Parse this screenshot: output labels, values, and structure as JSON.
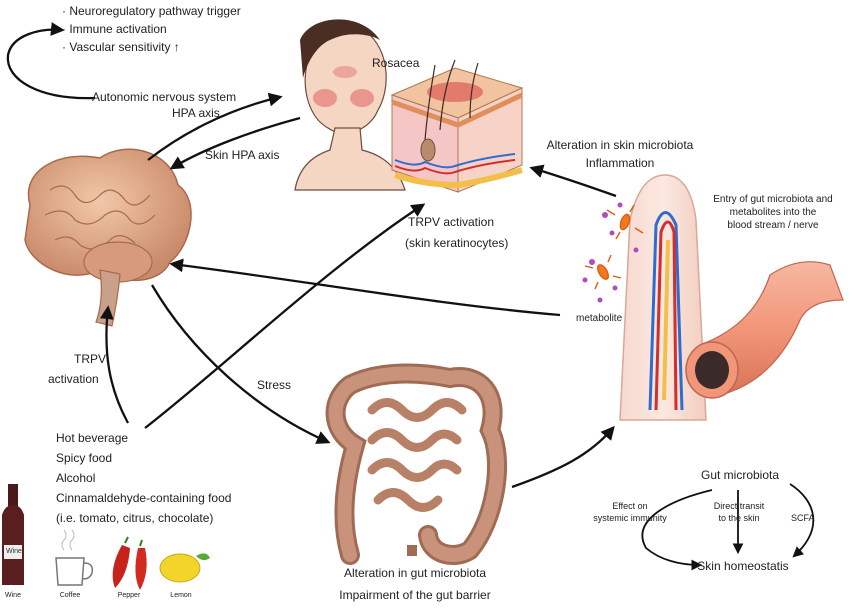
{
  "top_bullets": [
    "· Neuroregulatory pathway trigger",
    "· Immune activation",
    "· Vascular sensitivity ↑"
  ],
  "autonomic": "Autonomic nervous system",
  "hpa": "HPA axis",
  "skin_hpa": "Skin HPA axis",
  "rosacea": "Rosacea",
  "trpv_activation_skin": [
    "TRPV activation",
    "(skin keratinocytes)"
  ],
  "trpv_left": [
    "TRPV",
    "activation"
  ],
  "stress": "Stress",
  "triggers": [
    "Hot beverage",
    "Spicy food",
    "Alcohol",
    "Cinnamaldehyde-containing food",
    "(i.e. tomato, citrus, chocolate)"
  ],
  "food_labels": {
    "wine": "Wine",
    "coffee": "Coffee",
    "pepper": "Pepper",
    "lemon": "Lemon",
    "bottle": "Wine"
  },
  "skin_microbiota": [
    "Alteration in skin microbiota",
    "Inflammation"
  ],
  "entry": [
    "Entry of gut microbiota and",
    "metabolites into the",
    "blood stream / nerve"
  ],
  "metabolite": "metabolite",
  "gut": [
    "Alteration in gut microbiota",
    "Impairment of the gut barrier"
  ],
  "gut_microbiota": "Gut microbiota",
  "effect": [
    "Effect on",
    "systemic immunity"
  ],
  "direct": [
    "Direct transit",
    "to the skin"
  ],
  "scfa": "SCFA",
  "skin_homeostasis": "Skin homeostatis"
}
